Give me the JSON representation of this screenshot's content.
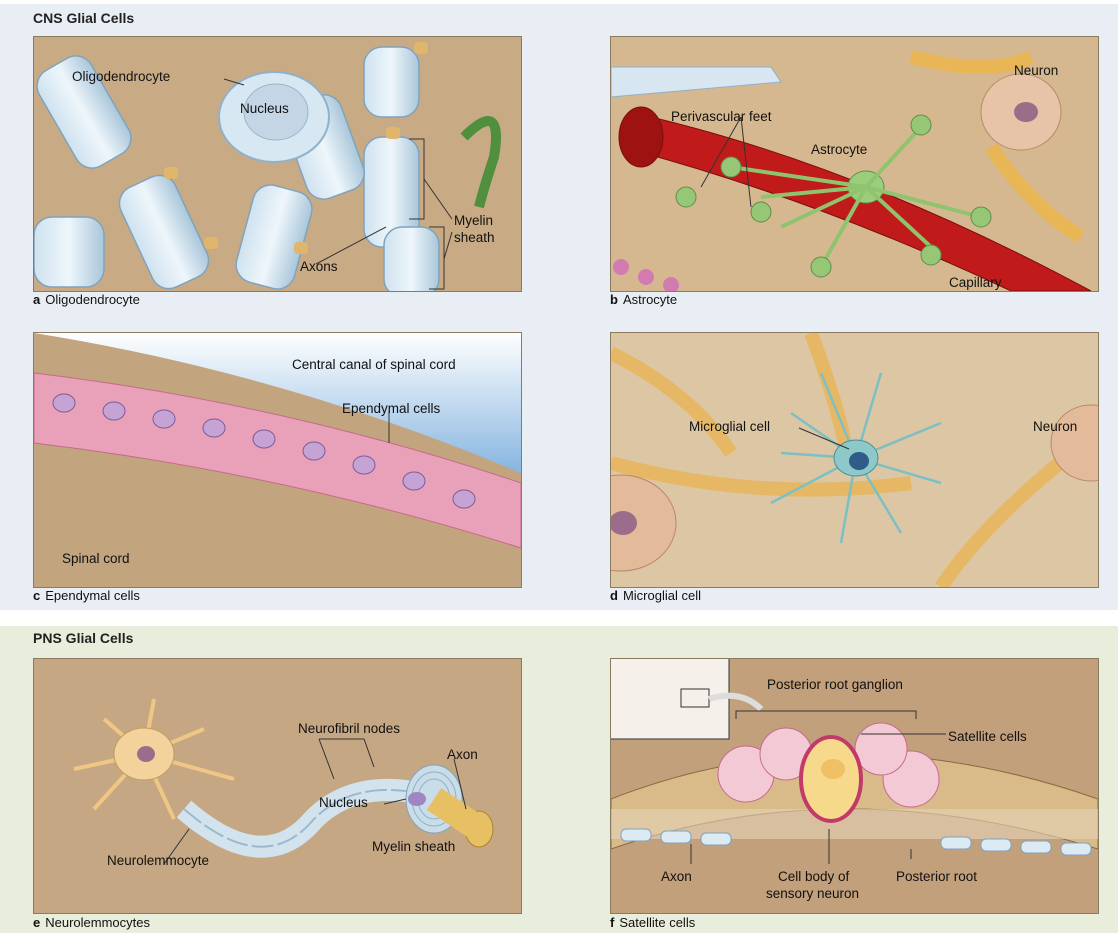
{
  "cns": {
    "title": "CNS Glial Cells",
    "panels": {
      "a": {
        "letter": "a",
        "caption": "Oligodendrocyte",
        "labels": {
          "oligodendrocyte": "Oligodendrocyte",
          "nucleus": "Nucleus",
          "axons": "Axons",
          "myelin1": "Myelin",
          "myelin2": "sheath"
        }
      },
      "b": {
        "letter": "b",
        "caption": "Astrocyte",
        "labels": {
          "neuron": "Neuron",
          "perivascular": "Perivascular feet",
          "astrocyte": "Astrocyte",
          "capillary": "Capillary"
        }
      },
      "c": {
        "letter": "c",
        "caption": "Ependymal cells",
        "labels": {
          "canal": "Central canal of spinal cord",
          "ependymal": "Ependymal cells",
          "spinal": "Spinal cord"
        }
      },
      "d": {
        "letter": "d",
        "caption": "Microglial cell",
        "labels": {
          "microglial": "Microglial cell",
          "neuron": "Neuron"
        }
      }
    }
  },
  "pns": {
    "title": "PNS Glial Cells",
    "panels": {
      "e": {
        "letter": "e",
        "caption": "Neurolemmocytes",
        "labels": {
          "nodes": "Neurofibril nodes",
          "axon": "Axon",
          "nucleus": "Nucleus",
          "neurolemmocyte": "Neurolemmocyte",
          "myelin": "Myelin sheath"
        }
      },
      "f": {
        "letter": "f",
        "caption": "Satellite cells",
        "labels": {
          "ganglion": "Posterior root ganglion",
          "satellite": "Satellite cells",
          "axon": "Axon",
          "cellbody1": "Cell body of",
          "cellbody2": "sensory neuron",
          "root": "Posterior root"
        }
      }
    }
  }
}
